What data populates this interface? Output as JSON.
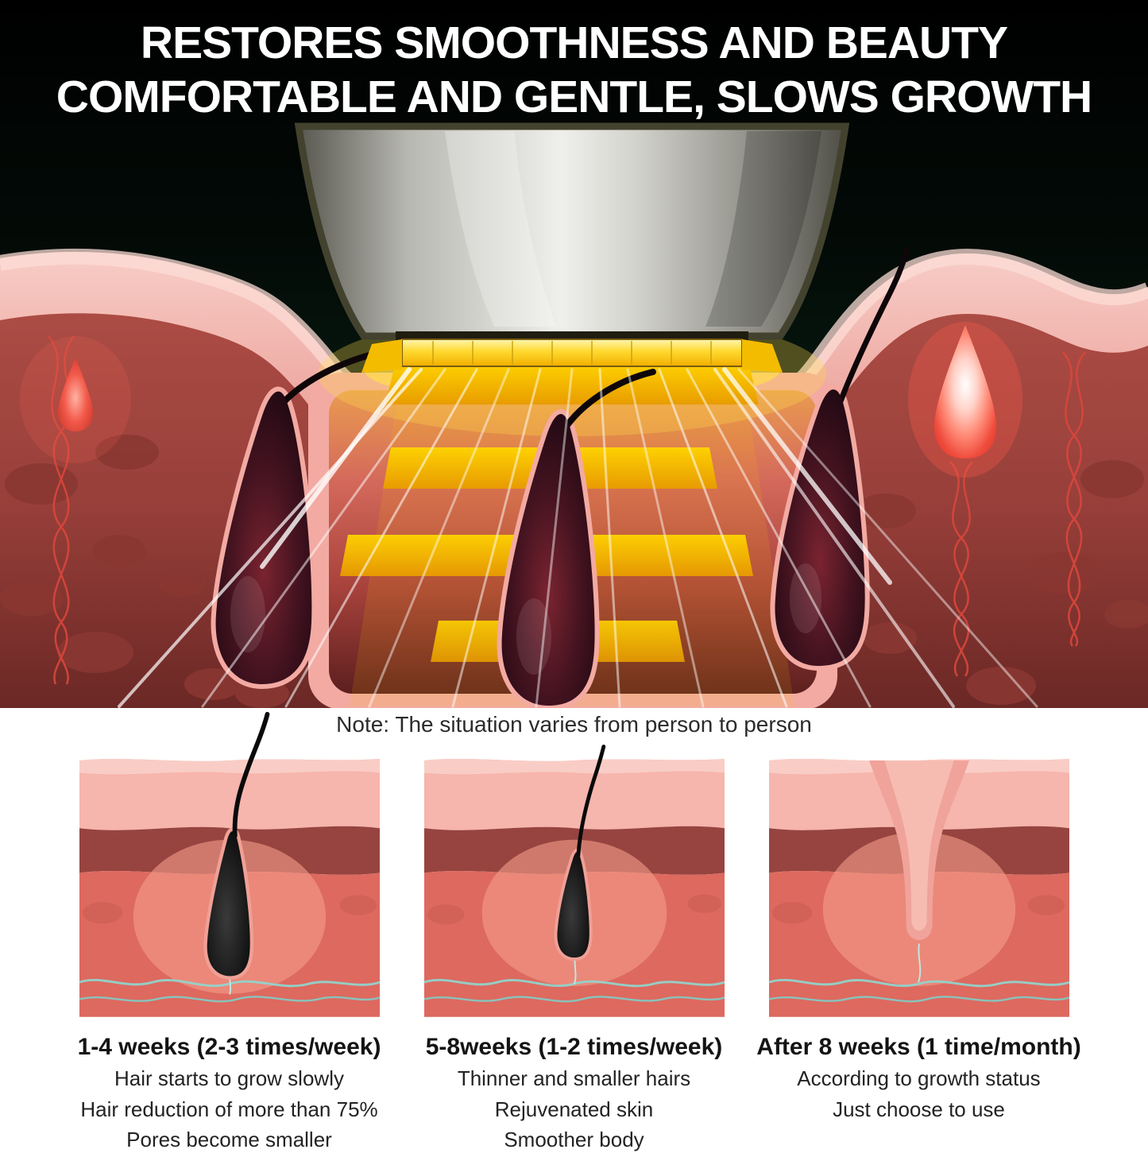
{
  "header": {
    "line1": "RESTORES SMOOTHNESS AND BEAUTY",
    "line2": "COMFORTABLE AND GENTLE, SLOWS GROWTH"
  },
  "illustration": {
    "icons": [
      "ipl-device-icon",
      "lamp-window-icon",
      "light-beam-icon",
      "light-rays-icon",
      "hair-follicle-icon",
      "skin-epidermis-icon",
      "skin-dermis-icon",
      "blood-vessel-icon"
    ]
  },
  "note": "Note: The situation varies from person to person",
  "stages": [
    {
      "title": "1-4 weeks (2-3 times/week)",
      "lines": [
        "Hair starts to grow slowly",
        "Hair reduction of more than 75%",
        "Pores become smaller"
      ]
    },
    {
      "title": "5-8weeks (1-2 times/week)",
      "lines": [
        "Thinner and smaller hairs",
        "Rejuvenated skin",
        "Smoother body"
      ]
    },
    {
      "title": "After 8 weeks (1 time/month)",
      "lines": [
        "According to growth status",
        "Just choose to use"
      ]
    }
  ],
  "colors": {
    "background_dark": "#081a11",
    "headline_text": "#ffffff",
    "skin_pink": "#f4b4ad",
    "dermis_red": "#a04540",
    "light_yellow": "#ffd400",
    "follicle_dark": "#1c070c",
    "vessel_teal": "#8ed8d0",
    "body_text": "#232323"
  }
}
